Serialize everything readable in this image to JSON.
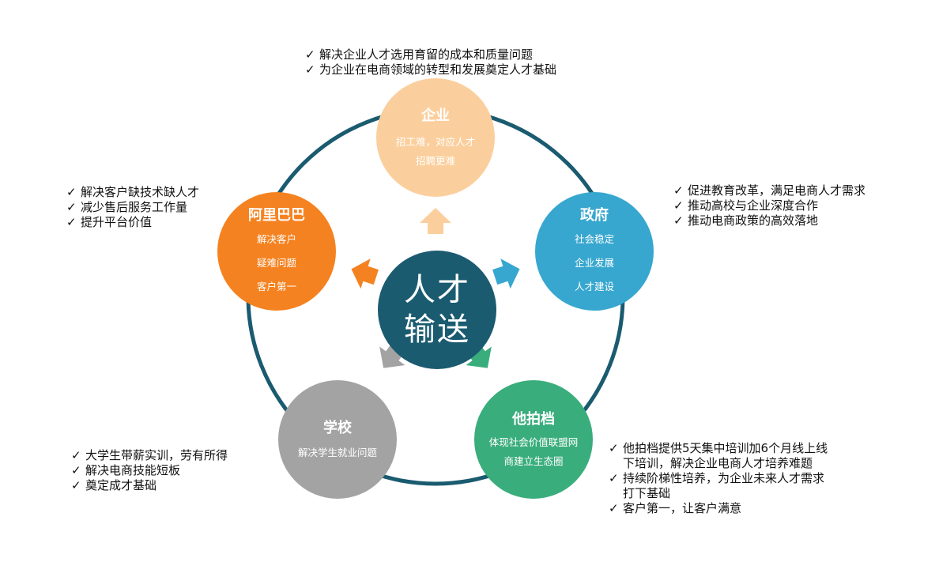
{
  "center": {
    "line1": "人才",
    "line2": "输送"
  },
  "nodes": {
    "enterprise": {
      "title": "企业",
      "desc": "招工难，对应人才招聘更难",
      "color": "#fbcf9d"
    },
    "government": {
      "title": "政府",
      "lines": [
        "社会稳定",
        "企业发展",
        "人才建设"
      ],
      "color": "#37a7cf"
    },
    "partner": {
      "title": "他拍档",
      "desc": "体现社会价值联盟网商建立生态圈",
      "color": "#3aad7c"
    },
    "school": {
      "title": "学校",
      "desc": "解决学生就业问题",
      "color": "#a3a3a3"
    },
    "alibaba": {
      "title": "阿里巴巴",
      "lines": [
        "解决客户",
        "疑难问题",
        "客户第一"
      ],
      "color": "#f58220"
    }
  },
  "colors": {
    "ring": "#1a5b70",
    "center": "#1a5b70"
  },
  "check_icon": "✓",
  "bullets": {
    "enterprise": [
      "解决企业人才选用育留的成本和质量问题",
      "为企业在电商领域的转型和发展奠定人才基础"
    ],
    "government": [
      "促进教育改革，满足电商人才需求",
      "推动高校与企业深度合作",
      "推动电商政策的高效落地"
    ],
    "alibaba": [
      "解决客户缺技术缺人才",
      "减少售后服务工作量",
      "提升平台价值"
    ],
    "school": [
      "大学生带薪实训，劳有所得",
      "解决电商技能短板",
      "奠定成才基础"
    ],
    "partner": [
      "他拍档提供5天集中培训加6个月线上线\n下培训，解决企业电商人才培养难题",
      "持续阶梯性培养，为企业未来人才需求\n打下基础",
      "客户第一，让客户满意"
    ]
  }
}
